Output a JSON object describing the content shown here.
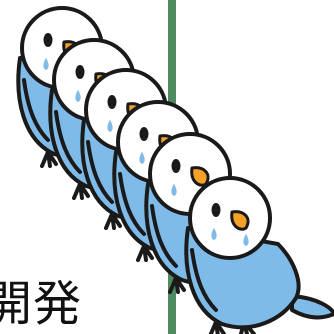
{
  "caption": {
    "text": "開発"
  },
  "scene": {
    "description_icons": [
      "budgerigar-illustration",
      "tree-trunk"
    ],
    "bird_count": 6
  },
  "colors": {
    "bird_body": "#7fbbe8",
    "bird_head": "#ffffff",
    "beak": "#f4a227",
    "outline": "#1a1a1a",
    "tree_trunk": "#4f8a61",
    "tear": "#7fbbe8"
  }
}
